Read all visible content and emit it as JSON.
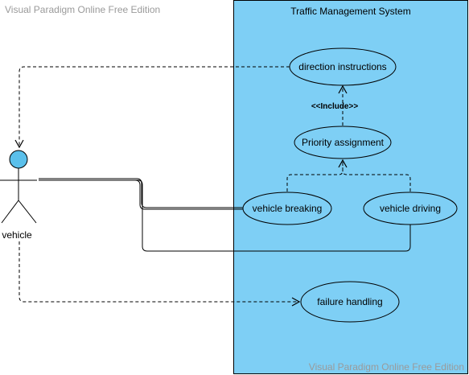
{
  "watermark": {
    "top": "Visual Paradigm Online Free Edition",
    "bottom": "Visual Paradigm Online Free Edition"
  },
  "system": {
    "title": "Traffic Management System",
    "fill": "#7ecff5",
    "stroke": "#000000"
  },
  "actor": {
    "name": "vehicle",
    "head_fill": "#5bc0eb"
  },
  "use_cases": {
    "direction_instructions": "direction instructions",
    "priority_assignment": "Priority assignment",
    "vehicle_breaking": "vehicle breaking",
    "vehicle_driving": "vehicle driving",
    "failure_handling": "failure handling"
  },
  "relationships": {
    "include_label": "<<Include>>"
  }
}
